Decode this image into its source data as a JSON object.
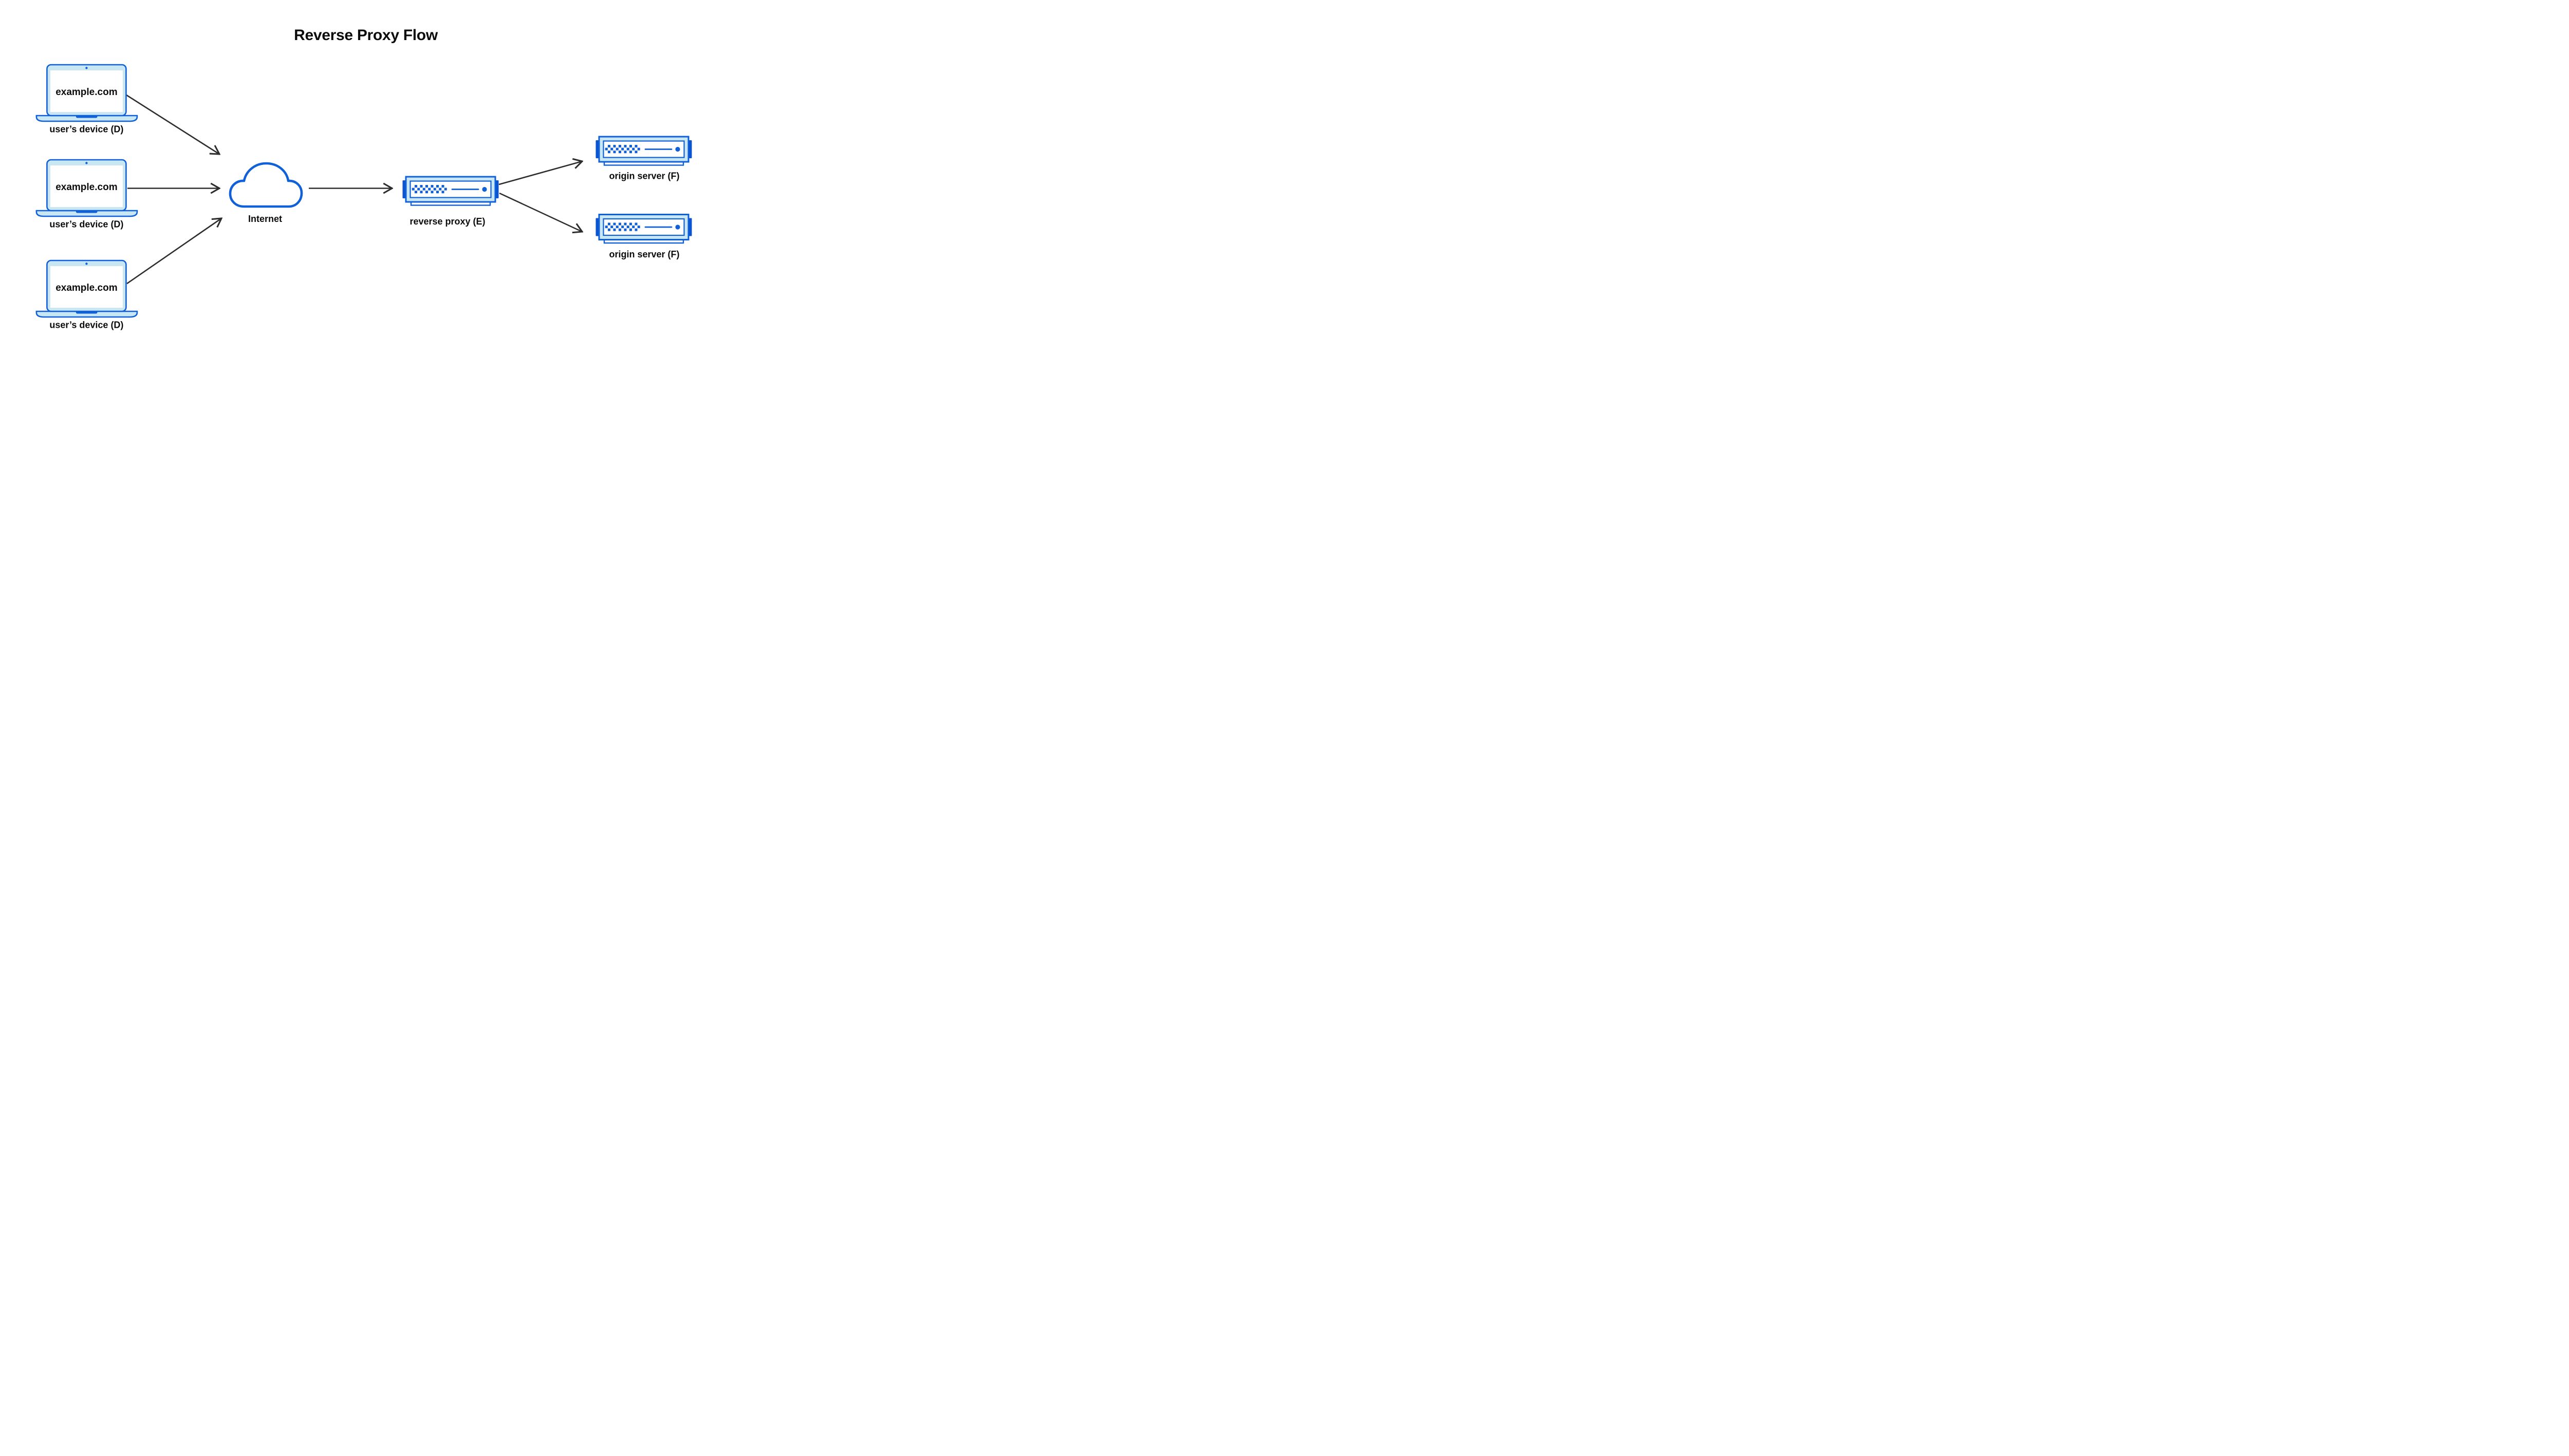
{
  "title": "Reverse Proxy Flow",
  "colors": {
    "primary_blue": "#1060d8",
    "solid_tab_blue": "#0b54d0",
    "light_blue_fill": "#c9e6f3",
    "arrow_black": "#2d2d2d",
    "text_black": "#0c0c0c",
    "background": "#ffffff"
  },
  "nodes": {
    "devices": [
      {
        "id": "device-1",
        "screen_text": "example.com",
        "label": "user’s device (D)"
      },
      {
        "id": "device-2",
        "screen_text": "example.com",
        "label": "user’s device (D)"
      },
      {
        "id": "device-3",
        "screen_text": "example.com",
        "label": "user’s device (D)"
      }
    ],
    "internet": {
      "id": "internet",
      "label": "Internet"
    },
    "reverse_proxy": {
      "id": "reverse-proxy",
      "label": "reverse proxy (E)"
    },
    "origin_servers": [
      {
        "id": "origin-1",
        "label": "origin server (F)"
      },
      {
        "id": "origin-2",
        "label": "origin server (F)"
      }
    ]
  },
  "edges": [
    {
      "from": "device-1",
      "to": "internet"
    },
    {
      "from": "device-2",
      "to": "internet"
    },
    {
      "from": "device-3",
      "to": "internet"
    },
    {
      "from": "internet",
      "to": "reverse-proxy"
    },
    {
      "from": "reverse-proxy",
      "to": "origin-1"
    },
    {
      "from": "reverse-proxy",
      "to": "origin-2"
    }
  ]
}
